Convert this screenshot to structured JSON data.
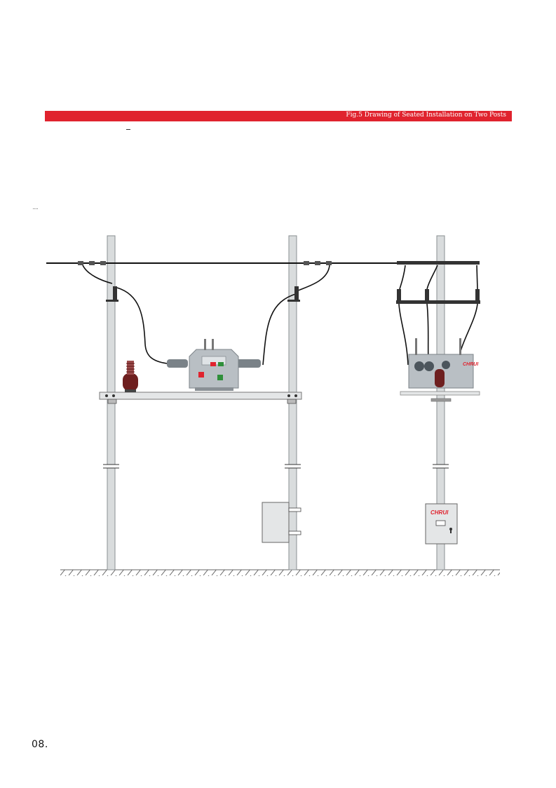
{
  "header": {
    "title": "Fig.5 Drawing of Seated Installation on Two Posts"
  },
  "drawing": {
    "brand_box": "CHRUI",
    "brand_switch": "CHRUI"
  },
  "footer": {
    "page_number": "08."
  },
  "colors": {
    "accent": "#e0232e",
    "post": "#d9dcdd",
    "insulator": "#6e1f1f",
    "switch_body": "#b9bfc4"
  }
}
